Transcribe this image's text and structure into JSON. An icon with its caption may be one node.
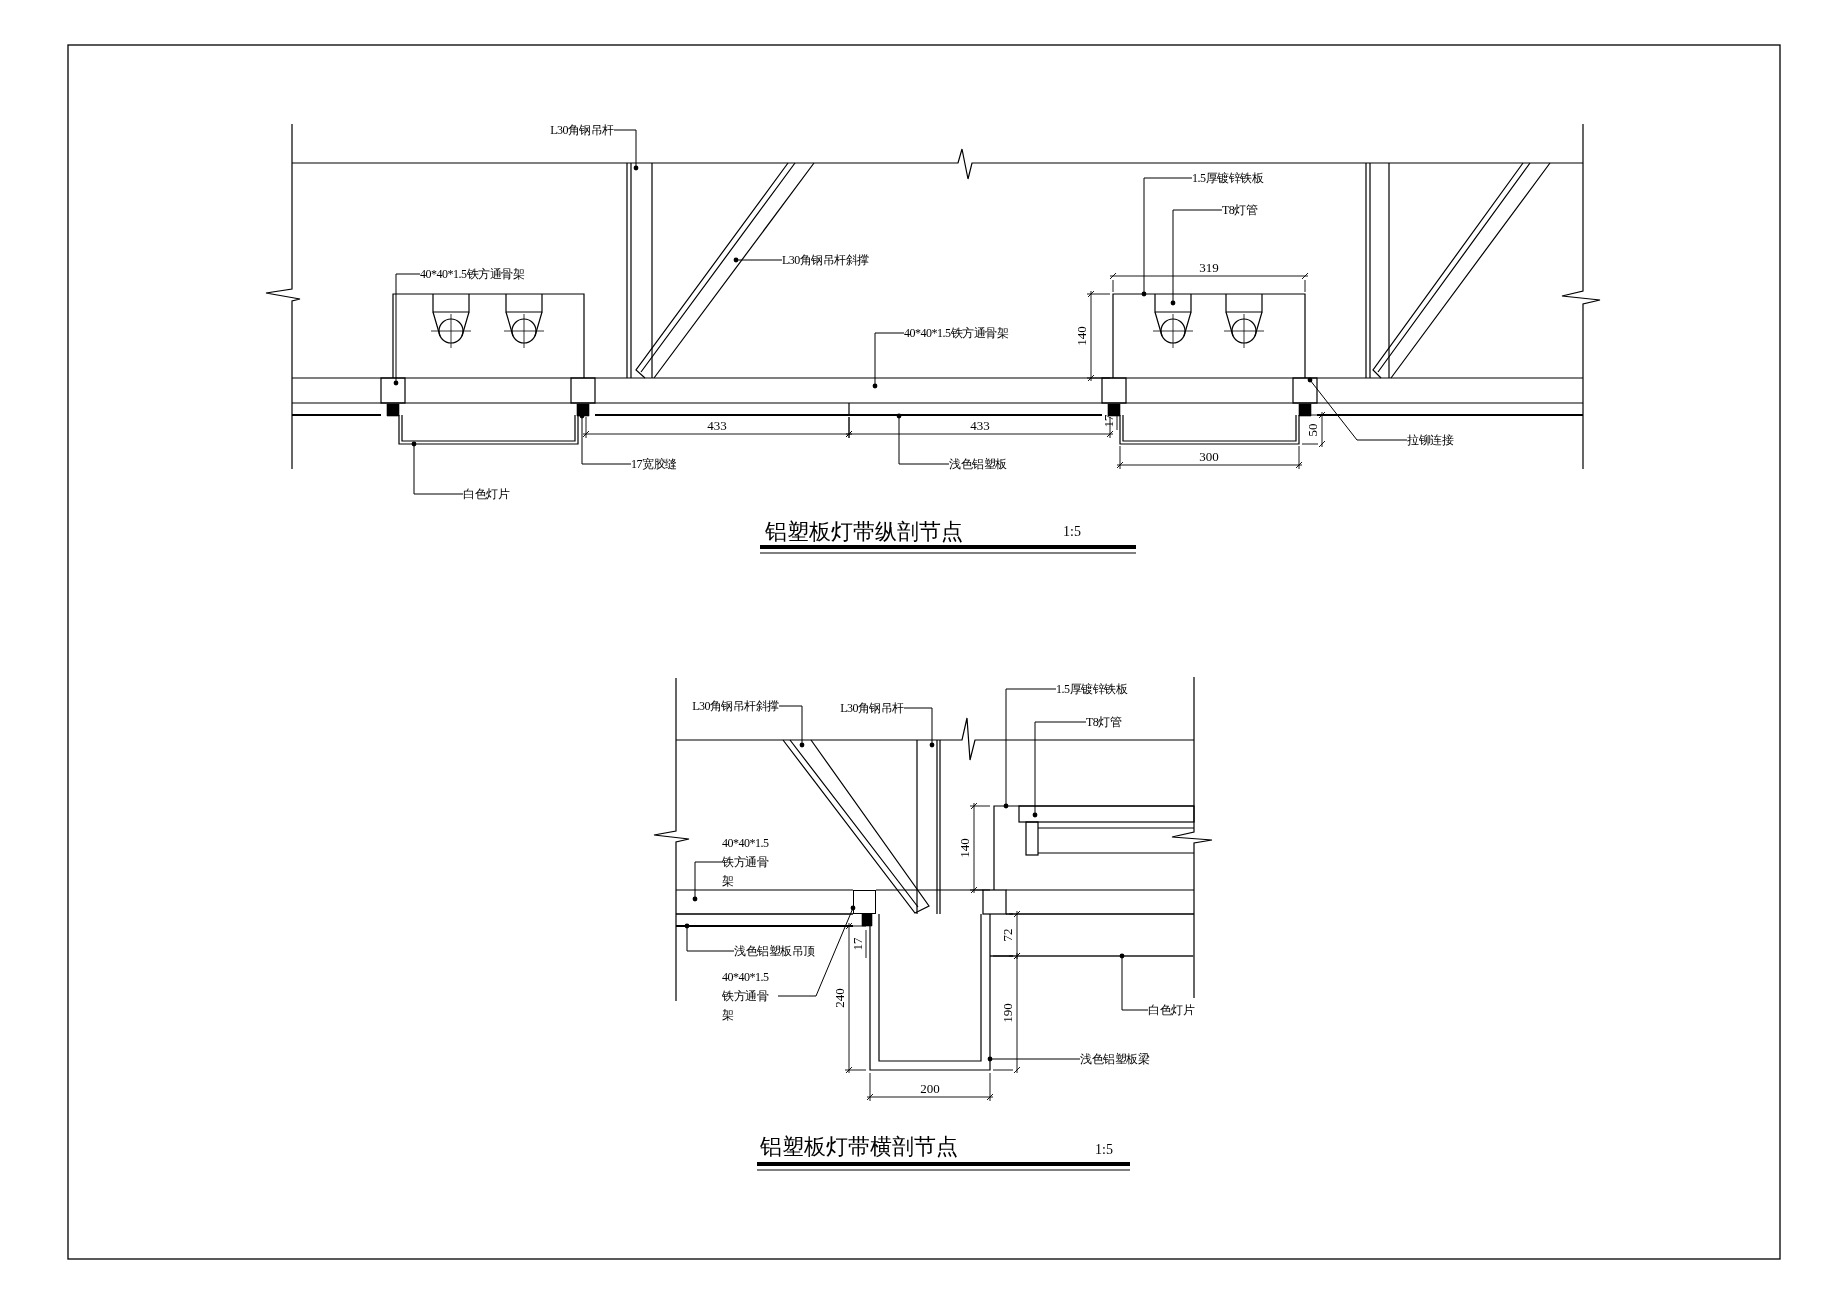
{
  "diagram": {
    "nodes": [
      {
        "text": [
          "L30角钢吊杆"
        ]
      },
      {
        "text": [
          "1.5厚镀锌铁板"
        ]
      },
      {
        "text": [
          "T8灯管"
        ]
      },
      {
        "text": [
          "L30角钢吊杆斜撑"
        ]
      },
      {
        "text": [
          "40*40*1.5铁方通骨架"
        ]
      },
      {
        "text": [
          "40*40*1.5铁方通骨架"
        ]
      },
      {
        "text": [
          "17宽胶缝"
        ]
      },
      {
        "text": [
          "浅色铝塑板"
        ]
      },
      {
        "text": [
          "拉铆连接"
        ]
      },
      {
        "text": [
          "白色灯片"
        ]
      },
      {
        "text": [
          "L30角钢吊杆斜撑"
        ]
      },
      {
        "text": [
          "L30角钢吊杆"
        ]
      },
      {
        "text": [
          "1.5厚镀锌铁板"
        ]
      },
      {
        "text": [
          "T8灯管"
        ]
      },
      {
        "text": [
          "40*40*1.5 铁方通骨架"
        ]
      },
      {
        "text": [
          "浅色铝塑板吊顶"
        ]
      },
      {
        "text": [
          "40*40*1.5 铁方通骨架"
        ]
      },
      {
        "text": [
          "白色灯片"
        ]
      },
      {
        "text": [
          "浅色铝塑板梁"
        ]
      },
      {
        "text": [],
        "shape": "box"
      }
    ],
    "edges": [
      {
        "from": 0,
        "to": null,
        "arrow": "other"
      },
      {
        "from": 1,
        "to": null,
        "arrow": "other"
      },
      {
        "from": 2,
        "to": null,
        "arrow": "other"
      },
      {
        "from": 3,
        "to": null,
        "arrow": "other"
      },
      {
        "from": 4,
        "to": null,
        "arrow": "other"
      },
      {
        "from": 5,
        "to": null,
        "arrow": "other"
      },
      {
        "from": 6,
        "to": null,
        "arrow": "other"
      },
      {
        "from": 7,
        "to": null,
        "arrow": "other"
      },
      {
        "from": 8,
        "to": null,
        "arrow": "other"
      },
      {
        "from": 9,
        "to": null,
        "arrow": "other"
      },
      {
        "from": 10,
        "to": null,
        "arrow": "other"
      },
      {
        "from": 11,
        "to": null,
        "arrow": "other"
      },
      {
        "from": 12,
        "to": null,
        "arrow": "other"
      },
      {
        "from": 13,
        "to": null,
        "arrow": "other"
      },
      {
        "from": 14,
        "to": null,
        "arrow": "other"
      },
      {
        "from": 15,
        "to": null,
        "arrow": "other"
      },
      {
        "from": 16,
        "to": 19,
        "arrow": "other"
      },
      {
        "from": 17,
        "to": null,
        "arrow": "other"
      },
      {
        "from": 18,
        "to": null,
        "arrow": "other"
      }
    ],
    "labels": [
      "319",
      "140",
      "433",
      "433",
      "17",
      "50",
      "300",
      "铝塑板灯带纵剖节点",
      "1:5",
      "140",
      "72",
      "17",
      "240",
      "190",
      "200",
      "铝塑板灯带横剖节点",
      "1:5"
    ]
  }
}
